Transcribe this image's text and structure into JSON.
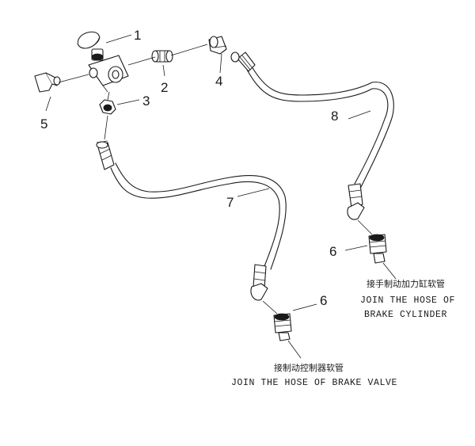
{
  "labels": {
    "l1": "1",
    "l2": "2",
    "l3": "3",
    "l4": "4",
    "l5": "5",
    "l6a": "6",
    "l6b": "6",
    "l7": "7",
    "l8": "8"
  },
  "captions": {
    "cylinder_cn": "接手制动加力缸软管",
    "cylinder_en_1": "JOIN THE HOSE OF",
    "cylinder_en_2": "BRAKE CYLINDER",
    "valve_cn": "接制动控制器软管",
    "valve_en": "JOIN THE HOSE OF BRAKE VALVE"
  }
}
